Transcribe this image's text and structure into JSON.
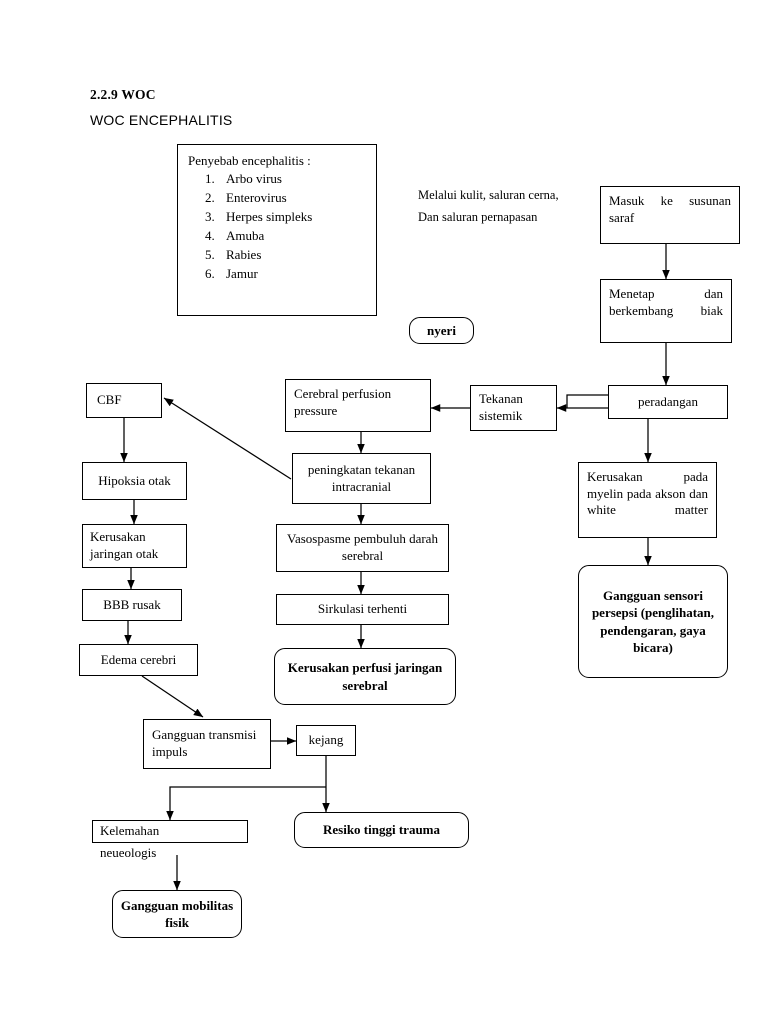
{
  "document": {
    "section_number": "2.2.9 WOC",
    "title": "WOC ENCEPHALITIS"
  },
  "causes": {
    "heading": "Penyebab encephalitis :",
    "items": [
      "Arbo virus",
      "Enterovirus",
      "Herpes simpleks",
      "Amuba",
      "Rabies",
      "Jamur"
    ]
  },
  "route": {
    "line1": "Melalui kulit, saluran cerna,",
    "line2": "Dan saluran pernapasan"
  },
  "nodes": {
    "masuk_susunan_saraf": "Masuk ke susunan saraf",
    "menetap_berkembang": "Menetap dan berkembang biak",
    "peradangan": "peradangan",
    "tekanan_sistemik": "Tekanan sistemik",
    "cerebral_perfusion_pressure": "Cerebral perfusion pressure",
    "peningkatan_tik": "peningkatan tekanan intracranial",
    "vasospasme": "Vasospasme  pembuluh darah  serebral",
    "sirkulasi_terhenti": "Sirkulasi terhenti",
    "kerusakan_perfusi": "Kerusakan perfusi jaringan serebral",
    "kerusakan_myelin": "Kerusakan pada myelin pada akson dan white matter",
    "gangguan_sensori": "Gangguan sensori persepsi (penglihatan, pendengaran, gaya bicara)",
    "nyeri": "nyeri",
    "cbf": "CBF",
    "hipoksia_otak": "Hipoksia otak",
    "kerusakan_jaringan_otak": "Kerusakan jaringan otak",
    "bbb_rusak": "BBB rusak",
    "edema_cerebri": "Edema cerebri",
    "gangguan_transmisi": "Gangguan transmisi impuls",
    "kejang": "kejang",
    "kelemahan": "Kelemahan",
    "neueologis": "neueologis",
    "resiko_tinggi_trauma": "Resiko tinggi trauma",
    "gangguan_mobilitas": "Gangguan mobilitas fisik"
  },
  "style": {
    "stroke": "#000000",
    "background": "#ffffff"
  }
}
